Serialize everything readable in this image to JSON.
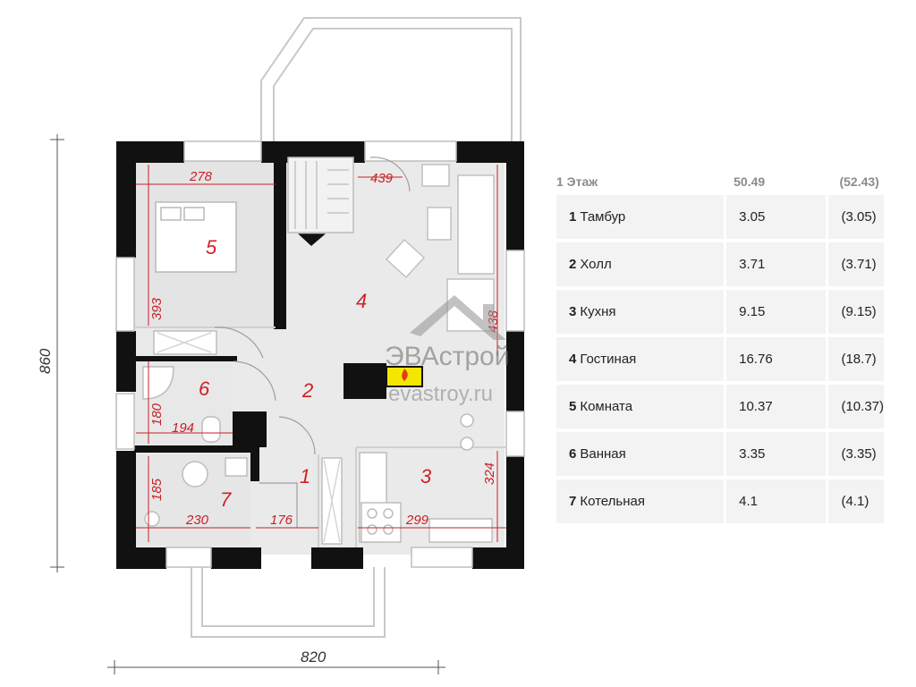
{
  "plan": {
    "overall_height": "860",
    "overall_width": "820",
    "dimensions": [
      "278",
      "439",
      "393",
      "438",
      "180",
      "194",
      "185",
      "230",
      "176",
      "299",
      "324"
    ],
    "room_labels": [
      "1",
      "2",
      "3",
      "4",
      "5",
      "6",
      "7"
    ],
    "watermark": {
      "brand": "ЭВАстрой",
      "site": "evastroy.ru"
    },
    "colors": {
      "wall": "#111111",
      "floor": "#eaeaea",
      "dim": "#c82027",
      "fireplace": "#f3e600"
    }
  },
  "table": {
    "header": {
      "floor": "1 Этаж",
      "area": "50.49",
      "area_total": "(52.43)"
    },
    "rooms": [
      {
        "num": "1",
        "name": "Тамбур",
        "area": "3.05",
        "area_total": "(3.05)"
      },
      {
        "num": "2",
        "name": "Холл",
        "area": "3.71",
        "area_total": "(3.71)"
      },
      {
        "num": "3",
        "name": "Кухня",
        "area": "9.15",
        "area_total": "(9.15)"
      },
      {
        "num": "4",
        "name": "Гостиная",
        "area": "16.76",
        "area_total": "(18.7)"
      },
      {
        "num": "5",
        "name": "Комната",
        "area": "10.37",
        "area_total": "(10.37)"
      },
      {
        "num": "6",
        "name": "Ванная",
        "area": "3.35",
        "area_total": "(3.35)"
      },
      {
        "num": "7",
        "name": "Котельная",
        "area": "4.1",
        "area_total": "(4.1)"
      }
    ]
  }
}
